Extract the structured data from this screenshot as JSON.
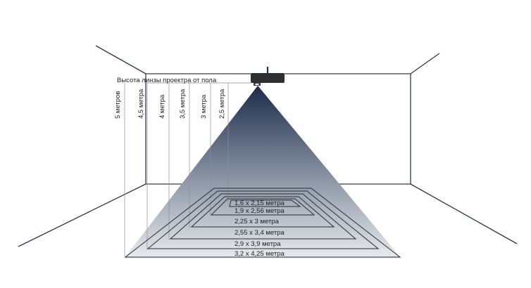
{
  "heading": "Высота линзы проектра от пола",
  "height_labels": [
    "5 метров",
    "4,5 метра",
    "4 метра",
    "3,5 метра",
    "3 метра",
    "2,5 метра"
  ],
  "screen_size_labels": [
    "1,6 x 2,15 метра",
    "1,9 x 2,56 метра",
    "2,25 x 3 метра",
    "2,55 x 3,4 метра",
    "2,9 x 3,9 метра",
    "3,2 x 4,25 метра"
  ],
  "colors": {
    "beam_top": "#1c2b4a",
    "beam_bottom": "#e9ebee",
    "room": "#2b3a55",
    "projector": "#2d2f33"
  }
}
